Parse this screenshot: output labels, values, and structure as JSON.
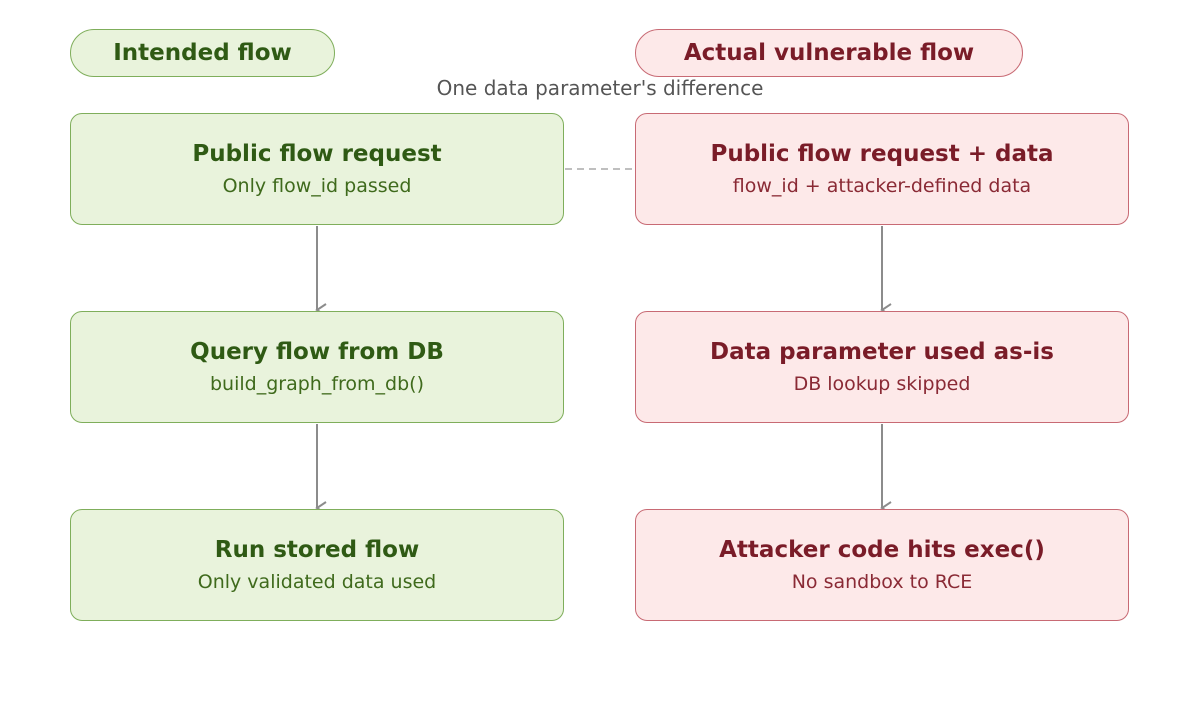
{
  "left_flow": {
    "header": "Intended flow",
    "steps": [
      {
        "title": "Public flow request",
        "subtitle": "Only flow_id passed"
      },
      {
        "title": "Query flow from DB",
        "subtitle": "build_graph_from_db()"
      },
      {
        "title": "Run stored flow",
        "subtitle": "Only validated data used"
      }
    ]
  },
  "right_flow": {
    "header": "Actual vulnerable flow",
    "steps": [
      {
        "title": "Public flow request + data",
        "subtitle": "flow_id + attacker-defined data"
      },
      {
        "title": "Data parameter used as-is",
        "subtitle": "DB lookup skipped"
      },
      {
        "title": "Attacker code hits exec()",
        "subtitle": "No sandbox to RCE"
      }
    ]
  },
  "comparison_note": "One data parameter's difference",
  "colors": {
    "green_fill": "#e9f3dc",
    "green_border": "#7fae5b",
    "green_text": "#2f5a14",
    "red_fill": "#fde9e9",
    "red_border": "#c86a74",
    "red_text": "#7a1c28",
    "arrow": "#8c8c8c"
  }
}
